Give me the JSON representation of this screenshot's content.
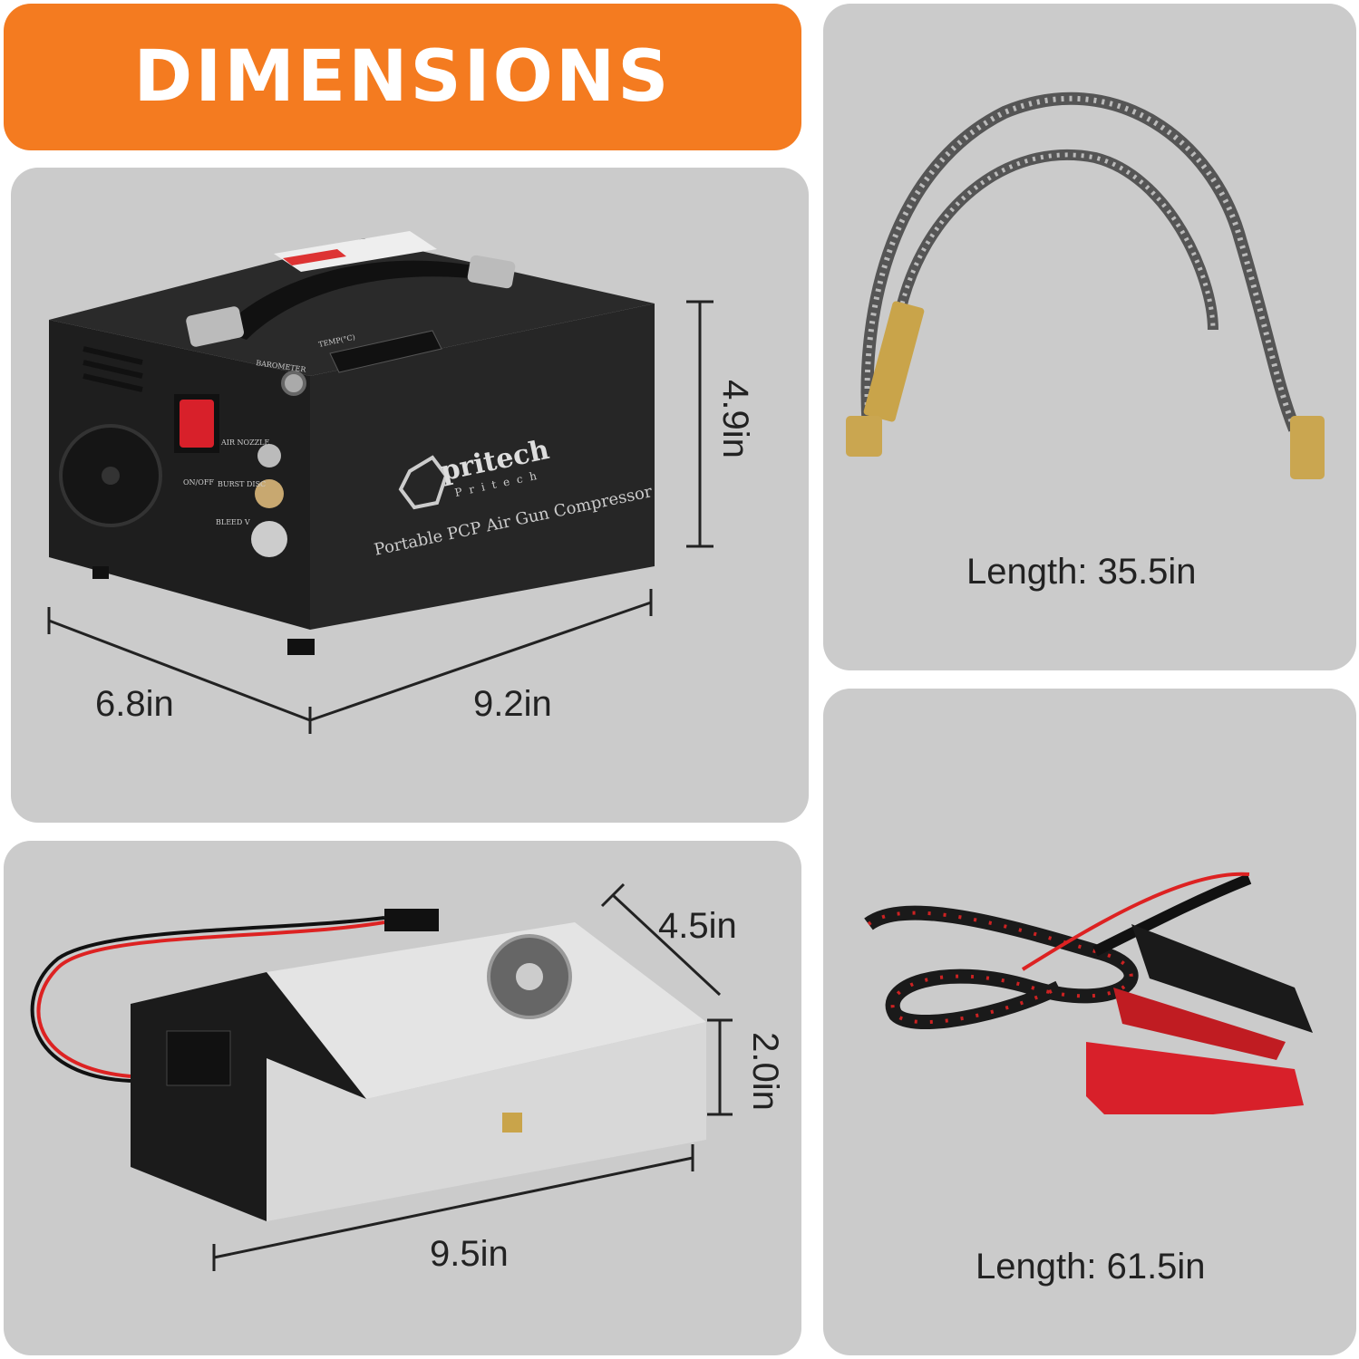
{
  "banner": {
    "title": "DIMENSIONS",
    "color": "#f47b20"
  },
  "compressor": {
    "brand": "pritech",
    "brand_sub": "Pritech",
    "product_name": "Portable PCP Air Gun Compressor",
    "labels": {
      "switch": "ON/OFF",
      "nozzle": "AIR NOZZLE",
      "burst": "BURST DISC",
      "bleed": "BLEED V",
      "barometer": "BAROMETER",
      "temp": "TEMP(°C)"
    },
    "dimensions": {
      "height": "4.9in",
      "depth": "6.8in",
      "width": "9.2in"
    }
  },
  "hose": {
    "length": "Length: 35.5in"
  },
  "power_supply": {
    "dimensions": {
      "depth": "4.5in",
      "height": "2.0in",
      "length": "9.5in"
    }
  },
  "clamp_cable": {
    "length": "Length: 61.5in"
  },
  "colors": {
    "panel": "#cbcbcb",
    "accent": "#f47b20",
    "switch": "#d8202a"
  }
}
